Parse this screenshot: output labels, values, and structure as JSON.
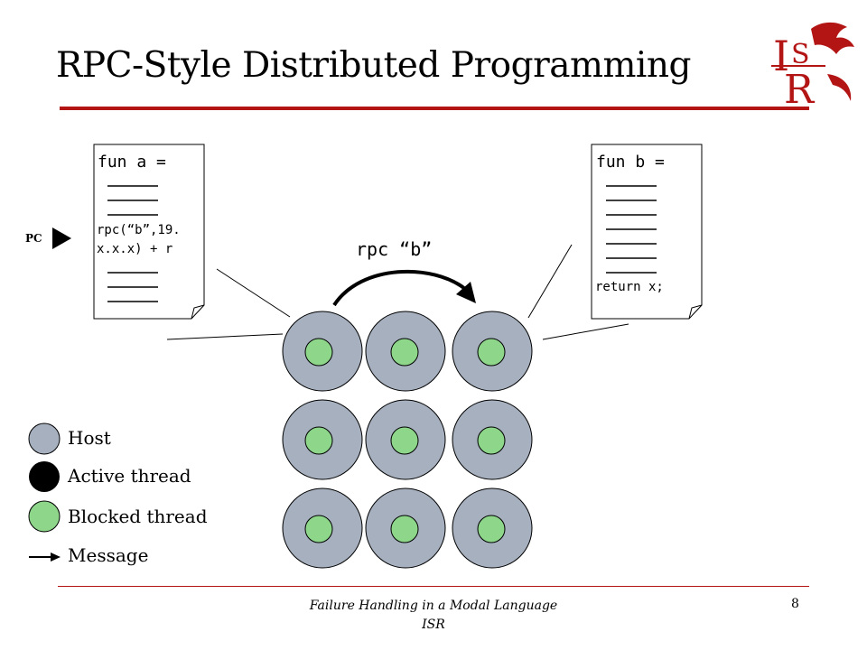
{
  "slide": {
    "title": "RPC-Style Distributed Programming",
    "logo_letters": "ISR",
    "page_number": "8"
  },
  "code_a": {
    "header": "fun a =",
    "rpc_line1": "rpc(“b”,19.",
    "rpc_line2": "x.x.x) + r"
  },
  "code_b": {
    "header": "fun b =",
    "return_line": "return x;"
  },
  "pc_label": "PC",
  "rpc_arrow_label": "rpc “b”",
  "legend": {
    "host": "Host",
    "active": "Active thread",
    "blocked": "Blocked thread",
    "message": "Message"
  },
  "footer": {
    "line1": "Failure Handling in a Modal Language",
    "line2": "ISR"
  },
  "colors": {
    "accent": "#b31515",
    "host": "#a6b0bf",
    "blocked_thread": "#8dd68a",
    "active_thread": "#000000"
  }
}
